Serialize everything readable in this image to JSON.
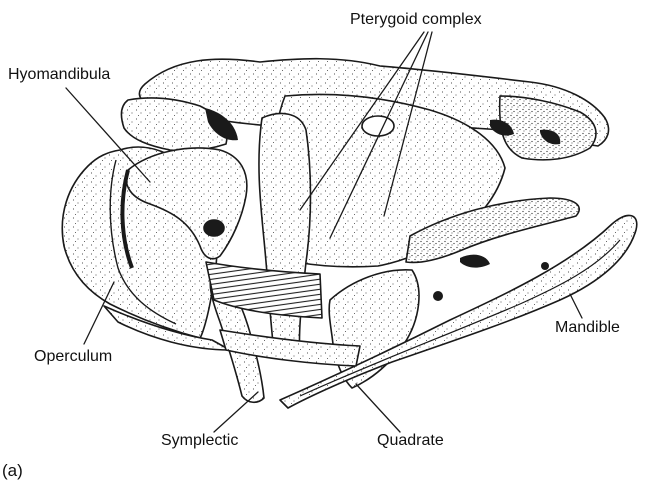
{
  "figure": {
    "panel_label": "(a)",
    "labels": {
      "pterygoid_complex": "Pterygoid complex",
      "hyomandibula": "Hyomandibula",
      "mandible": "Mandible",
      "operculum": "Operculum",
      "symplectic": "Symplectic",
      "quadrate": "Quadrate"
    },
    "ink_color": "#1a1a1a",
    "paper_color": "#ffffff"
  }
}
